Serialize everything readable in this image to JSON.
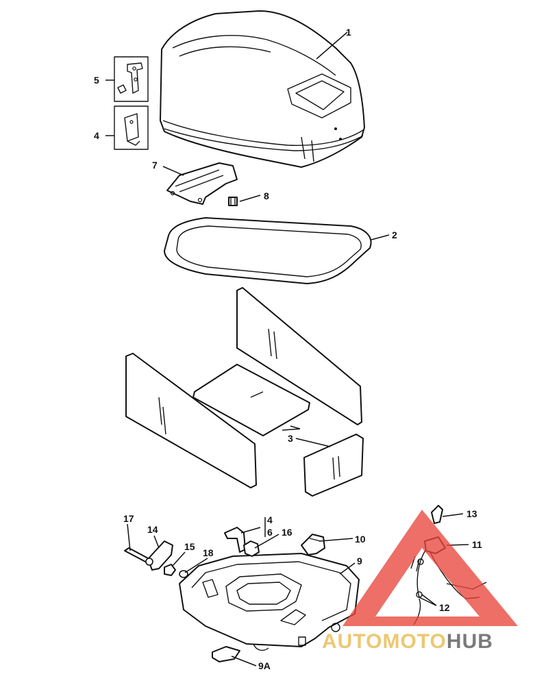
{
  "callouts": {
    "c1": "1",
    "c2": "2",
    "c3": "3",
    "c4a": "4",
    "c4b": "4",
    "c5": "5",
    "c6": "6",
    "c7": "7",
    "c8": "8",
    "c9": "9",
    "c9a": "9A",
    "c10": "10",
    "c11": "11",
    "c12": "12",
    "c13": "13",
    "c14": "14",
    "c15": "15",
    "c16": "16",
    "c17": "17",
    "c18": "18"
  },
  "watermark": {
    "part1": "AUTOMOTO",
    "part2": "HUB",
    "color_red": "#e8473c",
    "color_gold": "#e8b84a",
    "color_gray": "#555555"
  }
}
